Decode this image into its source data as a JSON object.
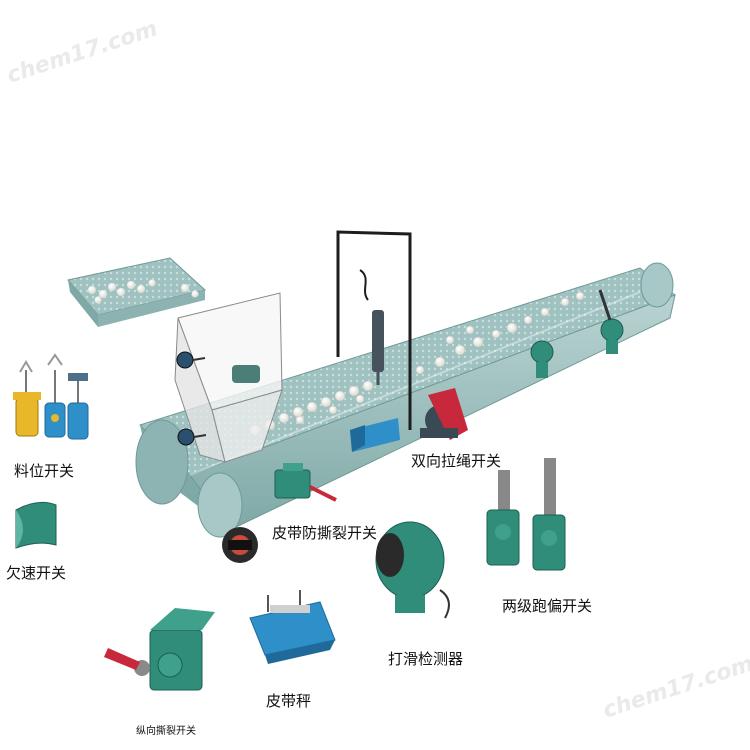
{
  "watermark": "chem17.com",
  "labels": {
    "level_switch": "料位开关",
    "underspeed_switch": "欠速开关",
    "tear_switch": "皮带防撕裂开关",
    "pull_rope_switch": "双向拉绳开关",
    "deviation_switch": "两级跑偏开关",
    "slip_detector": "打滑检测器",
    "belt_scale": "皮带秤",
    "longitudinal_tear_switch": "纵向撕裂开关"
  },
  "colors": {
    "belt_frame": "#7fa9a6",
    "device_green": "#2f8d7a",
    "device_blue": "#2f8fc9",
    "device_yellow": "#e8b72a",
    "handle_red": "#c8283c"
  }
}
